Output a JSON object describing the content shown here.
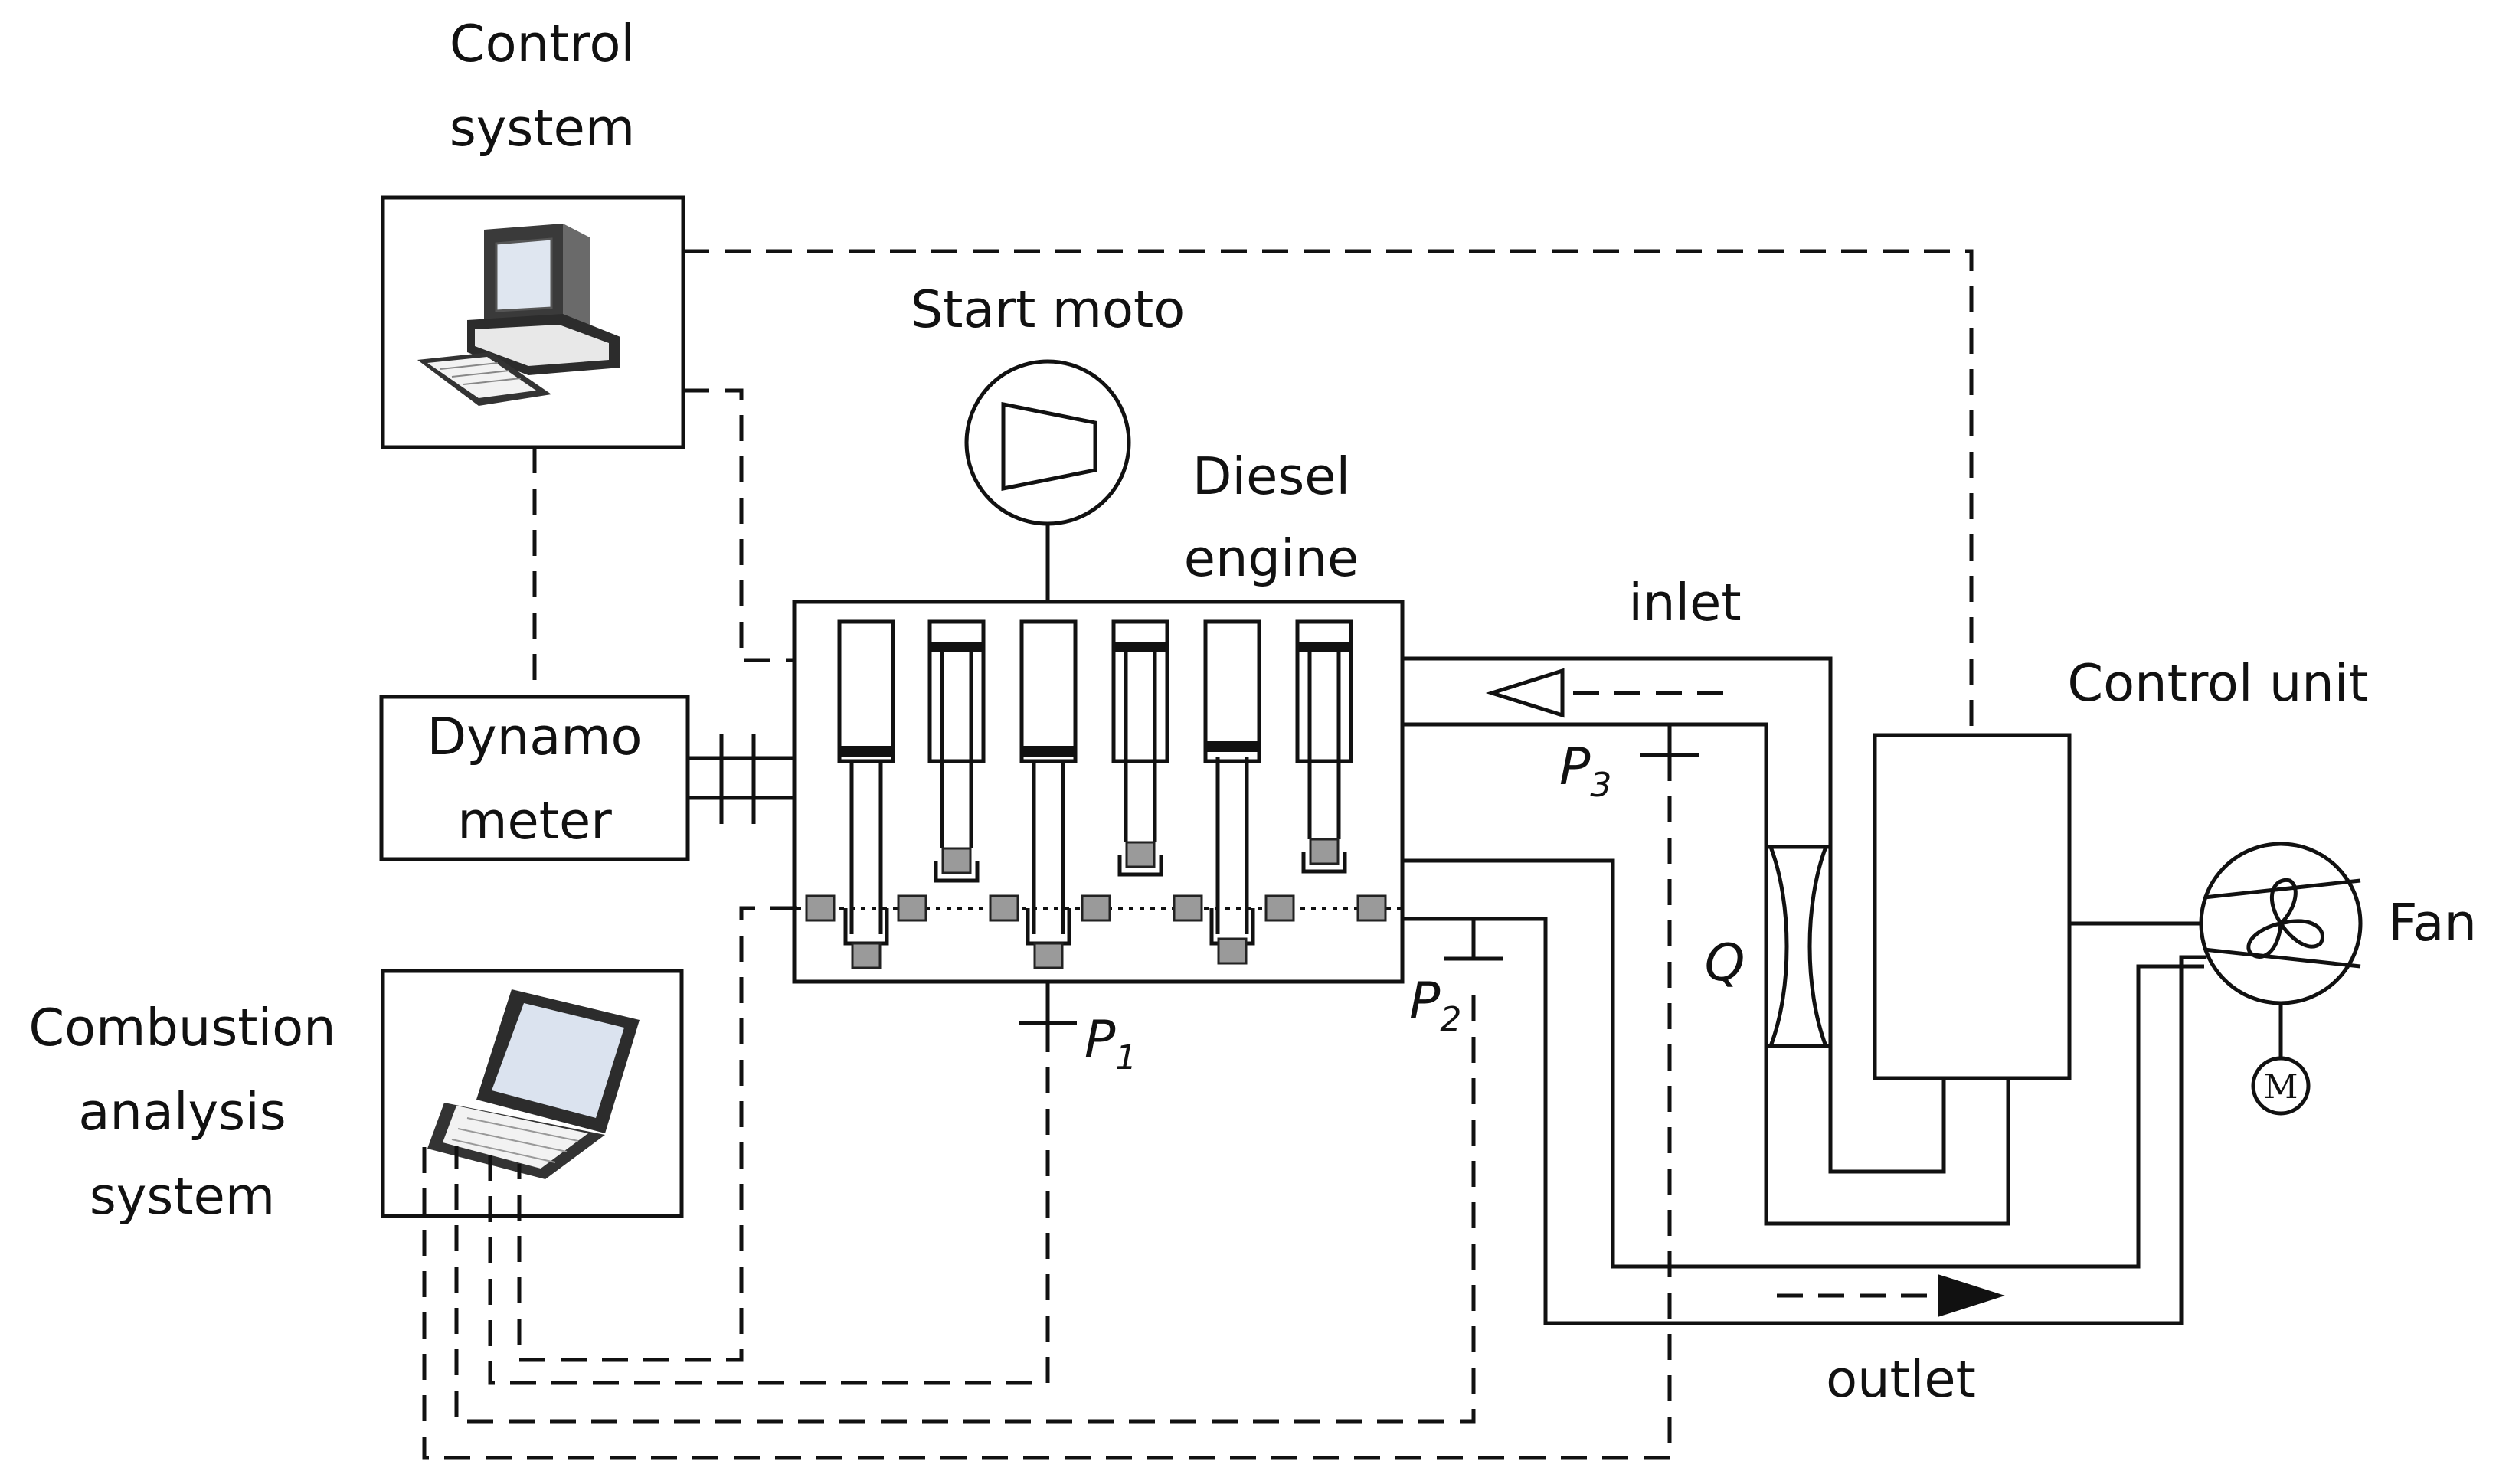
{
  "labels": {
    "control_system": [
      "Control",
      "system"
    ],
    "start_moto": "Start moto",
    "diesel_engine": [
      "Diesel",
      "engine"
    ],
    "inlet": "inlet",
    "control_unit": "Control unit",
    "dynamometer": [
      "Dynamo",
      "meter"
    ],
    "fan": "Fan",
    "combustion_analysis": [
      "Combustion",
      "analysis",
      "system"
    ],
    "outlet": "outlet",
    "flow_meter": "Q",
    "motor_symbol": "M",
    "sensors": {
      "p1": {
        "main": "P",
        "sub": "1"
      },
      "p2": {
        "main": "P",
        "sub": "2"
      },
      "p3": {
        "main": "P",
        "sub": "3"
      }
    }
  },
  "colors": {
    "line": "#111111",
    "sensor_block": "#9a9a9a",
    "background": "#ffffff"
  },
  "cylinders": 6
}
